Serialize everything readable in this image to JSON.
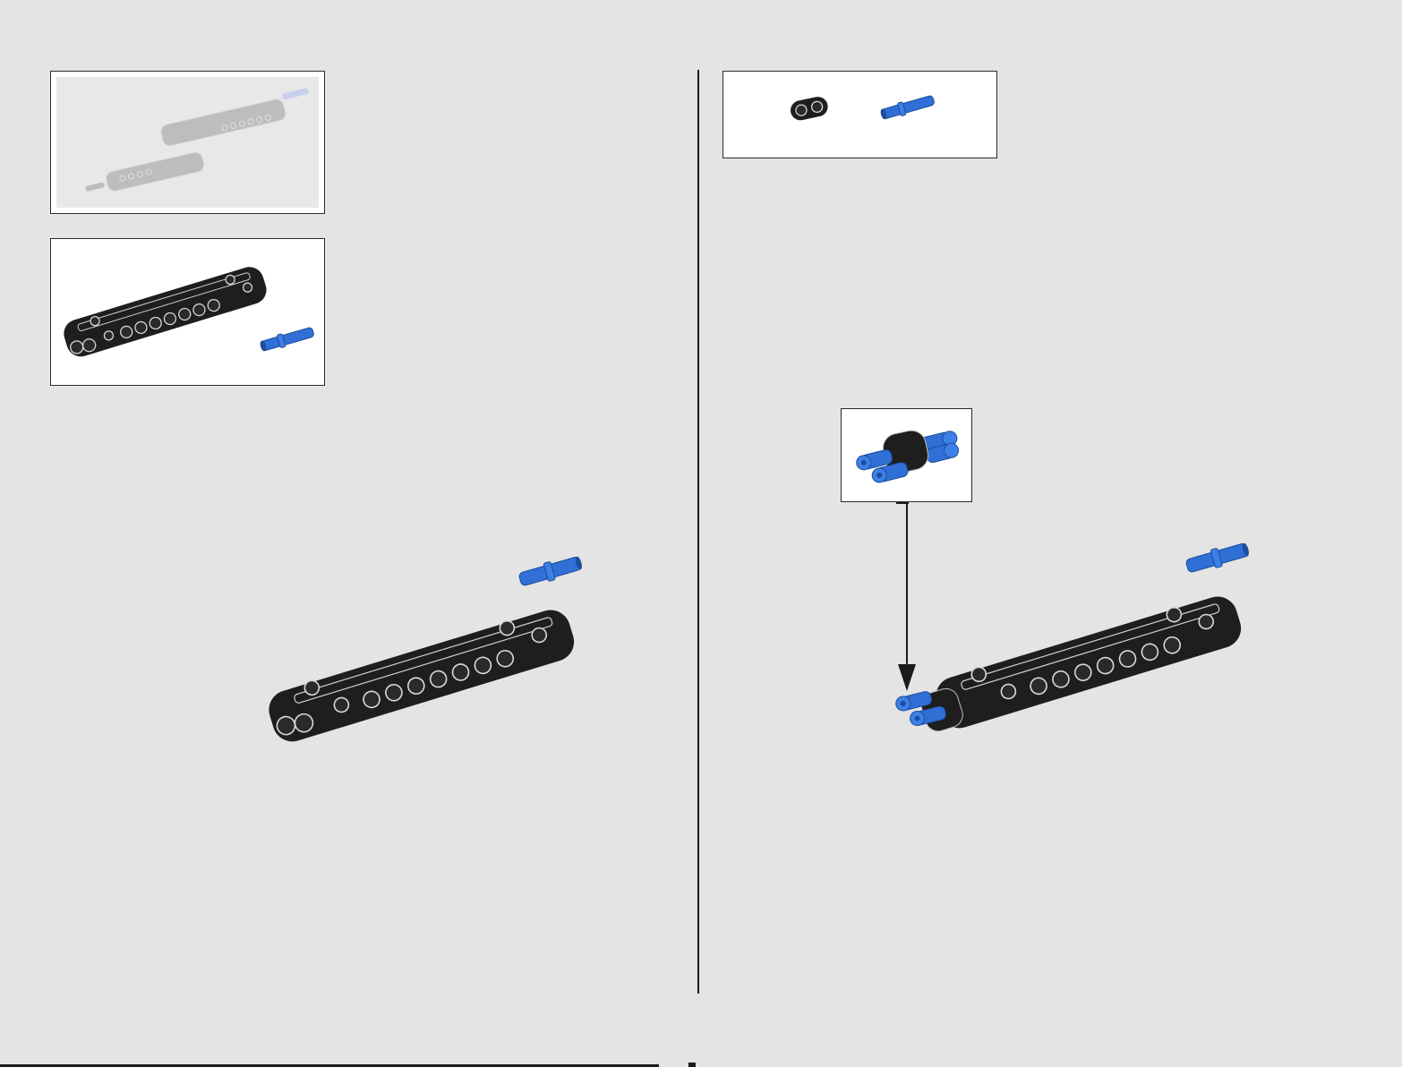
{
  "page": {
    "background": "#e4e4e4",
    "brick_color": "#1e1e1e",
    "pin_color": "#2f6fd6",
    "outline_color": "#d9d9d9"
  },
  "left_step": {
    "context_box": {
      "content": "faded-assembly-overview"
    },
    "parts_box": {
      "parts": [
        "beam-panel-black",
        "pin-blue-long"
      ]
    },
    "model": {
      "parts": [
        "beam-panel-black",
        "pin-blue-long"
      ]
    }
  },
  "right_step": {
    "parts_box": {
      "parts": [
        "connector-black-2-hole",
        "pin-blue-long"
      ]
    },
    "subassembly_box": {
      "parts": [
        "connector-black-2-hole",
        "pin-blue-long"
      ]
    },
    "arrow": {
      "icon": "down-arrow-icon"
    },
    "model": {
      "parts": [
        "beam-panel-black",
        "pin-blue-long",
        "subassembly"
      ]
    }
  }
}
